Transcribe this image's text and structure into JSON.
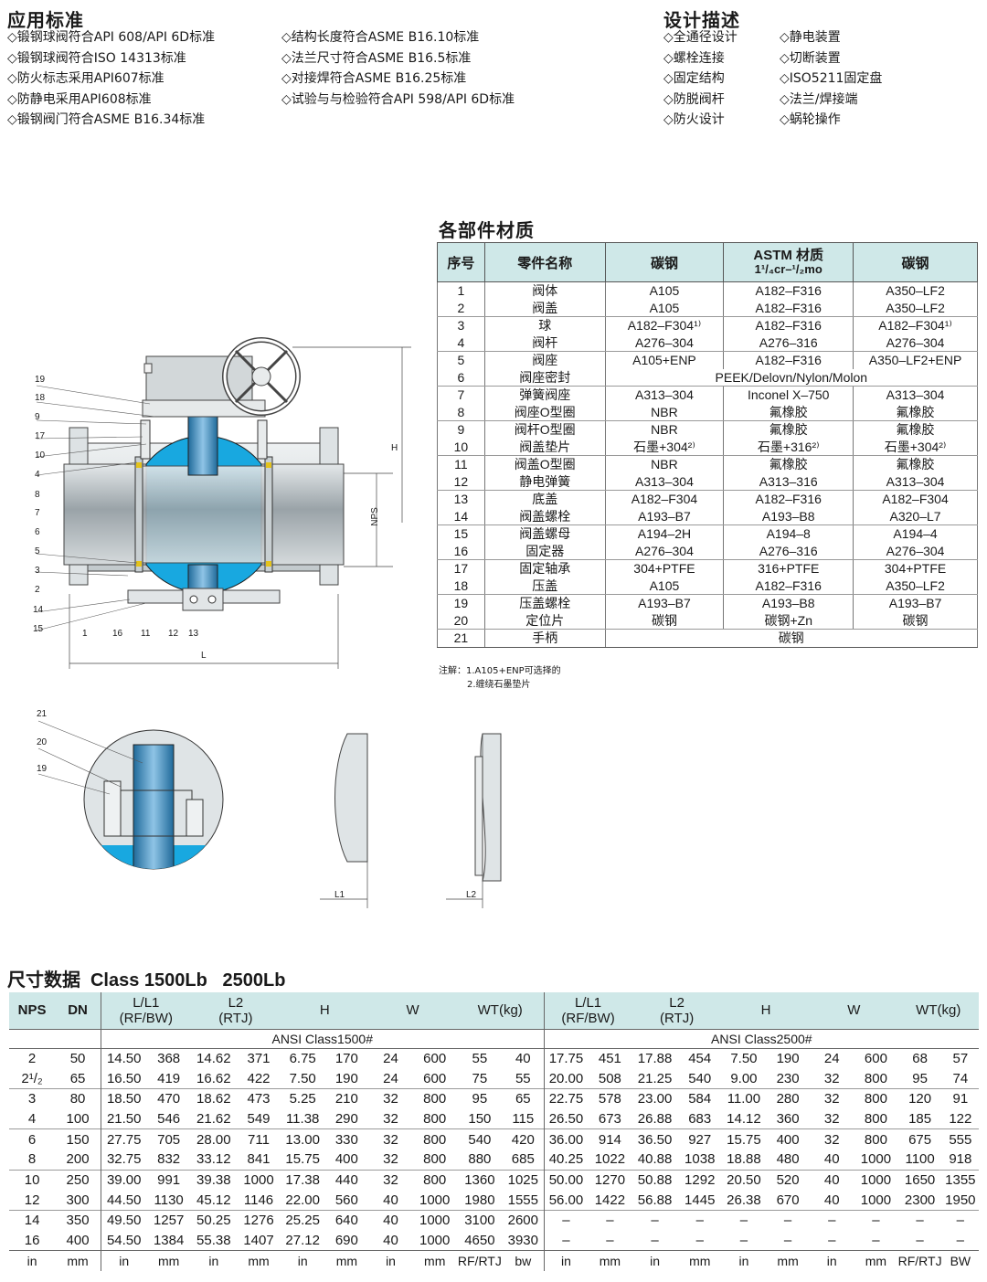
{
  "standards": {
    "title": "应用标准",
    "col1": [
      "◇锻钢球阀符合API 608/API 6D标准",
      "◇锻钢球阀符合ISO 14313标准",
      "◇防火标志采用API607标准",
      "◇防静电采用API608标准",
      "◇锻钢阀门符合ASME B16.34标准"
    ],
    "col2": [
      "◇结构长度符合ASME B16.10标准",
      "◇法兰尺寸符合ASME B16.5标准",
      "◇对接焊符合ASME B16.25标准",
      "◇试验与与检验符合API 598/API 6D标准"
    ]
  },
  "design": {
    "title": "设计描述",
    "col1": [
      "◇全通径设计",
      "◇螺栓连接",
      "◇固定结构",
      "◇防脱阀杆",
      "◇防火设计"
    ],
    "col2": [
      "◇静电装置",
      "◇切断装置",
      "◇ISO5211固定盘",
      "◇法兰/焊接端",
      "◇蜗轮操作"
    ]
  },
  "materials": {
    "title": "各部件材质",
    "headers": [
      "序号",
      "零件名称",
      "碳钢",
      "ASTM 材质",
      "碳钢"
    ],
    "header_sub": "1¹/₄cr–¹/₂mo",
    "rows": [
      [
        "1",
        "阀体",
        "A105",
        "A182–F316",
        "A350–LF2"
      ],
      [
        "2",
        "阀盖",
        "A105",
        "A182–F316",
        "A350–LF2"
      ],
      [
        "3",
        "球",
        "A182–F304¹⁾",
        "A182–F316",
        "A182–F304¹⁾"
      ],
      [
        "4",
        "阀杆",
        "A276–304",
        "A276–316",
        "A276–304"
      ],
      [
        "5",
        "阀座",
        "A105+ENP",
        "A182–F316",
        "A350–LF2+ENP"
      ],
      [
        "6",
        "阀座密封",
        "PEEK/Delovn/Nylon/Molon"
      ],
      [
        "7",
        "弹簧阀座",
        "A313–304",
        "Inconel X–750",
        "A313–304"
      ],
      [
        "8",
        "阀座O型圈",
        "NBR",
        "氟橡胶",
        "氟橡胶"
      ],
      [
        "9",
        "阀杆O型圈",
        "NBR",
        "氟橡胶",
        "氟橡胶"
      ],
      [
        "10",
        "阀盖垫片",
        "石墨+304²⁾",
        "石墨+316²⁾",
        "石墨+304²⁾"
      ],
      [
        "11",
        "阀盖O型圈",
        "NBR",
        "氟橡胶",
        "氟橡胶"
      ],
      [
        "12",
        "静电弹簧",
        "A313–304",
        "A313–316",
        "A313–304"
      ],
      [
        "13",
        "底盖",
        "A182–F304",
        "A182–F316",
        "A182–F304"
      ],
      [
        "14",
        "阀盖螺栓",
        "A193–B7",
        "A193–B8",
        "A320–L7"
      ],
      [
        "15",
        "阀盖螺母",
        "A194–2H",
        "A194–8",
        "A194–4"
      ],
      [
        "16",
        "固定器",
        "A276–304",
        "A276–316",
        "A276–304"
      ],
      [
        "17",
        "固定轴承",
        "304+PTFE",
        "316+PTFE",
        "304+PTFE"
      ],
      [
        "18",
        "压盖",
        "A105",
        "A182–F316",
        "A350–LF2"
      ],
      [
        "19",
        "压盖螺栓",
        "A193–B7",
        "A193–B8",
        "A193–B7"
      ],
      [
        "20",
        "定位片",
        "碳钢",
        "碳钢+Zn",
        "碳钢"
      ],
      [
        "21",
        "手柄",
        "碳钢"
      ]
    ],
    "notes": [
      "注解：1.A105+ENP可选择的",
      "2.缠绕石墨垫片"
    ]
  },
  "drawing": {
    "part_labels": [
      "19",
      "18",
      "9",
      "17",
      "10",
      "4",
      "8",
      "7",
      "6",
      "5",
      "3",
      "2",
      "14",
      "15"
    ],
    "bottom_labels": [
      "1",
      "16",
      "11",
      "12",
      "13"
    ],
    "dim_H": "H",
    "dim_NPS": "NPS",
    "dim_L": "L",
    "detail_labels": [
      "21",
      "20",
      "19"
    ],
    "dim_L1": "L1",
    "dim_L2": "L2"
  },
  "dimensions": {
    "title": "尺寸数据",
    "subtitle": "Class 1500Lb   2500Lb",
    "head": {
      "nps": "NPS",
      "dn": "DN",
      "l": [
        "L/L1",
        "(RF/BW)"
      ],
      "l2": [
        "L2",
        "(RTJ)"
      ],
      "h": "H",
      "w": "W",
      "wt": "WT(kg)"
    },
    "class1": "ANSI Class1500#",
    "class2": "ANSI Class2500#",
    "rows": [
      [
        "2",
        "50",
        "14.50",
        "368",
        "14.62",
        "371",
        "6.75",
        "170",
        "24",
        "600",
        "55",
        "40",
        "17.75",
        "451",
        "17.88",
        "454",
        "7.50",
        "190",
        "24",
        "600",
        "68",
        "57"
      ],
      [
        "2¹/₂",
        "65",
        "16.50",
        "419",
        "16.62",
        "422",
        "7.50",
        "190",
        "24",
        "600",
        "75",
        "55",
        "20.00",
        "508",
        "21.25",
        "540",
        "9.00",
        "230",
        "32",
        "800",
        "95",
        "74"
      ],
      [
        "3",
        "80",
        "18.50",
        "470",
        "18.62",
        "473",
        "5.25",
        "210",
        "32",
        "800",
        "95",
        "65",
        "22.75",
        "578",
        "23.00",
        "584",
        "11.00",
        "280",
        "32",
        "800",
        "120",
        "91"
      ],
      [
        "4",
        "100",
        "21.50",
        "546",
        "21.62",
        "549",
        "11.38",
        "290",
        "32",
        "800",
        "150",
        "115",
        "26.50",
        "673",
        "26.88",
        "683",
        "14.12",
        "360",
        "32",
        "800",
        "185",
        "122"
      ],
      [
        "6",
        "150",
        "27.75",
        "705",
        "28.00",
        "711",
        "13.00",
        "330",
        "32",
        "800",
        "540",
        "420",
        "36.00",
        "914",
        "36.50",
        "927",
        "15.75",
        "400",
        "32",
        "800",
        "675",
        "555"
      ],
      [
        "8",
        "200",
        "32.75",
        "832",
        "33.12",
        "841",
        "15.75",
        "400",
        "32",
        "800",
        "880",
        "685",
        "40.25",
        "1022",
        "40.88",
        "1038",
        "18.88",
        "480",
        "40",
        "1000",
        "1100",
        "918"
      ],
      [
        "10",
        "250",
        "39.00",
        "991",
        "39.38",
        "1000",
        "17.38",
        "440",
        "32",
        "800",
        "1360",
        "1025",
        "50.00",
        "1270",
        "50.88",
        "1292",
        "20.50",
        "520",
        "40",
        "1000",
        "1650",
        "1355"
      ],
      [
        "12",
        "300",
        "44.50",
        "1130",
        "45.12",
        "1146",
        "22.00",
        "560",
        "40",
        "1000",
        "1980",
        "1555",
        "56.00",
        "1422",
        "56.88",
        "1445",
        "26.38",
        "670",
        "40",
        "1000",
        "2300",
        "1950"
      ],
      [
        "14",
        "350",
        "49.50",
        "1257",
        "50.25",
        "1276",
        "25.25",
        "640",
        "40",
        "1000",
        "3100",
        "2600",
        "–",
        "–",
        "–",
        "–",
        "–",
        "–",
        "–",
        "–",
        "–",
        "–"
      ],
      [
        "16",
        "400",
        "54.50",
        "1384",
        "55.38",
        "1407",
        "27.12",
        "690",
        "40",
        "1000",
        "4650",
        "3930",
        "–",
        "–",
        "–",
        "–",
        "–",
        "–",
        "–",
        "–",
        "–",
        "–"
      ]
    ],
    "units": [
      "in",
      "mm",
      "in",
      "mm",
      "in",
      "mm",
      "in",
      "mm",
      "in",
      "mm",
      "RF/RTJ",
      "bw",
      "in",
      "mm",
      "in",
      "mm",
      "in",
      "mm",
      "in",
      "mm",
      "RF/RTJ",
      "BW"
    ]
  }
}
